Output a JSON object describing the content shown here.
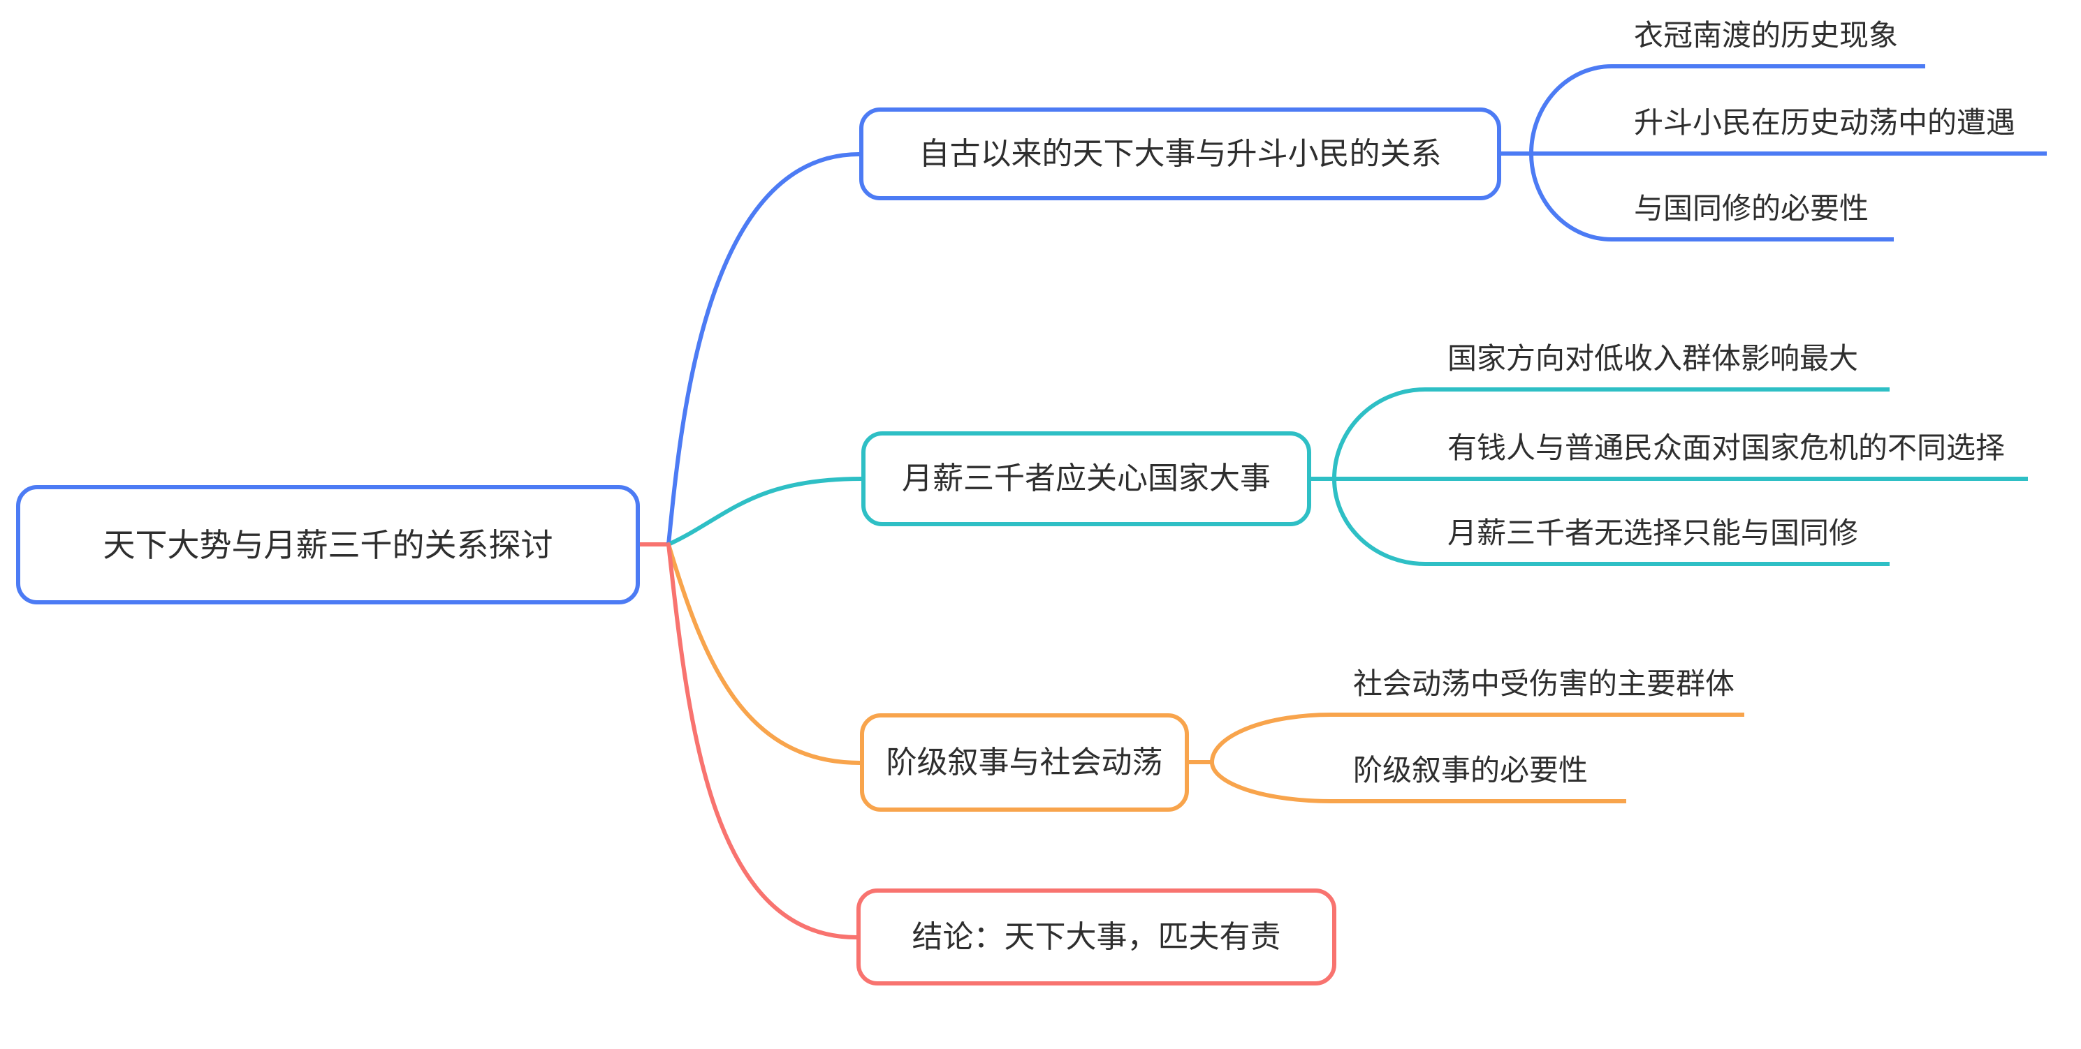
{
  "diagram": {
    "type": "mindmap",
    "background": "#ffffff",
    "text_color": "#2e2e2e",
    "root": {
      "label": "天下大势与月薪三千的关系探讨",
      "color": "#4c7bf4"
    },
    "branches": [
      {
        "label": "自古以来的天下大事与升斗小民的关系",
        "color": "#4c7bf4",
        "children": [
          "衣冠南渡的历史现象",
          "升斗小民在历史动荡中的遭遇",
          "与国同修的必要性"
        ]
      },
      {
        "label": "月薪三千者应关心国家大事",
        "color": "#2ebfc5",
        "children": [
          "国家方向对低收入群体影响最大",
          "有钱人与普通民众面对国家危机的不同选择",
          "月薪三千者无选择只能与国同修"
        ]
      },
      {
        "label": "阶级叙事与社会动荡",
        "color": "#f8a44c",
        "children": [
          "社会动荡中受伤害的主要群体",
          "阶级叙事的必要性"
        ]
      },
      {
        "label": "结论：天下大事，匹夫有责",
        "color": "#f8736f",
        "children": []
      }
    ]
  }
}
